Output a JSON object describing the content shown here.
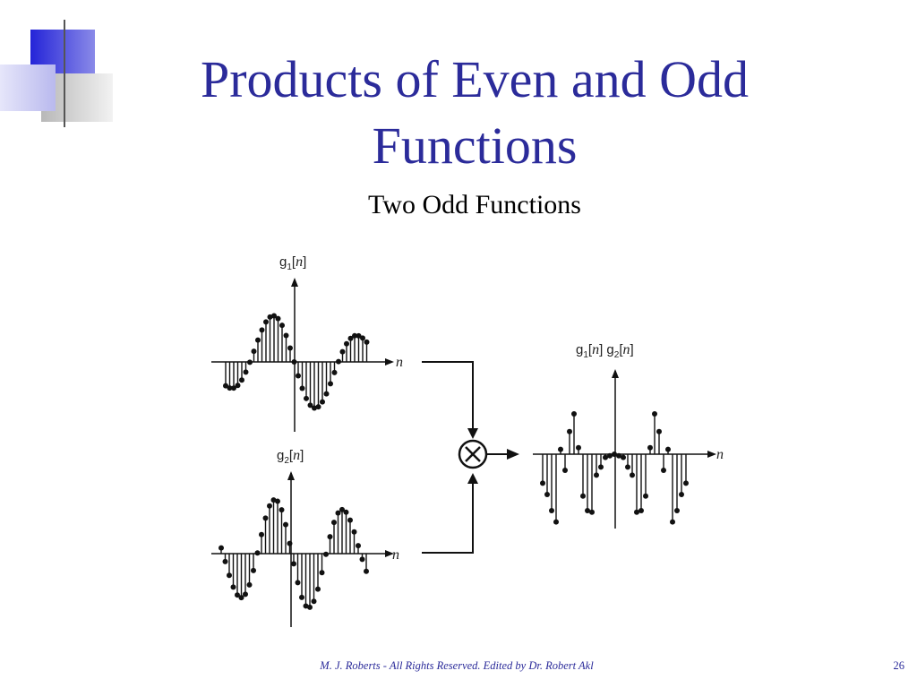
{
  "slide": {
    "title_line1": "Products of Even and Odd",
    "title_line2": "Functions",
    "subtitle": "Two Odd Functions",
    "footer": "M. J. Roberts - All Rights Reserved. Edited by Dr. Robert Akl",
    "page_number": "26"
  },
  "diagram": {
    "g1": {
      "label_base": "g",
      "label_sub": "1",
      "label_arg": "n"
    },
    "g2": {
      "label_base": "g",
      "label_sub": "2",
      "label_arg": "n"
    },
    "product": {
      "label": "g1[n] g2[n]",
      "arg": "n"
    },
    "axis_var": "n",
    "operator_symbol": "×"
  },
  "colors": {
    "title": "#2b2b9a",
    "deco_blue": "#2626d9",
    "deco_gray": "#c8c8c8"
  }
}
